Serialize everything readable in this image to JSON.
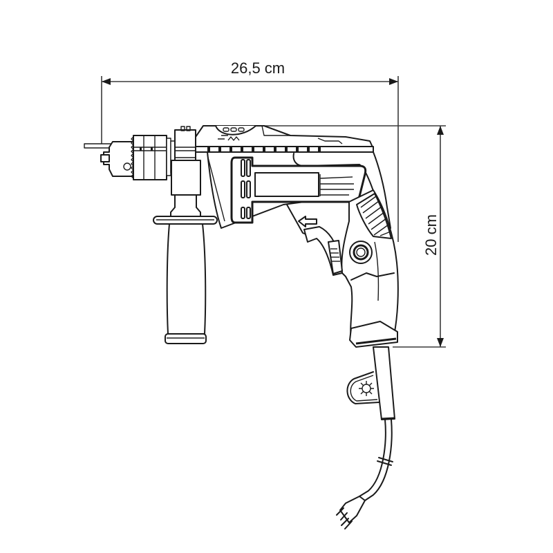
{
  "diagram": {
    "subject": "Impact drill with auxiliary side handle and power cord",
    "dimensions": {
      "width": {
        "label": "26,5 cm",
        "value": 26.5,
        "unit": "cm"
      },
      "height": {
        "label": "20 cm",
        "value": 20,
        "unit": "cm"
      }
    },
    "components": [
      "drill-bit",
      "keyed-chuck",
      "depth-rod-clamp",
      "gear-housing",
      "motor-housing",
      "side-handle",
      "trigger",
      "direction-switch",
      "lock-button",
      "pistol-grip",
      "cord-hanger",
      "power-cord",
      "plug"
    ],
    "colors": {
      "line": "#1a1a1a",
      "background": "#ffffff"
    }
  }
}
